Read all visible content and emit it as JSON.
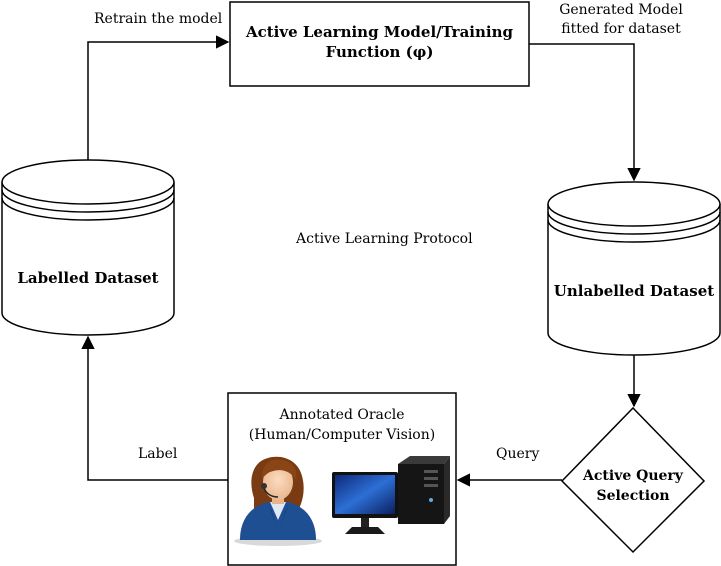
{
  "title": "Active Learning Protocol",
  "nodes": {
    "model": {
      "line1": "Active Learning Model/Training",
      "line2": "Function (φ)"
    },
    "labelled": {
      "label": "Labelled Dataset"
    },
    "unlabelled": {
      "label": "Unlabelled Dataset"
    },
    "oracle": {
      "line1": "Annotated Oracle",
      "line2": "(Human/Computer Vision)",
      "icons": [
        "person-icon",
        "computer-icon"
      ]
    },
    "query_selection": {
      "line1": "Active Query",
      "line2": "Selection"
    }
  },
  "edges": {
    "retrain": "Retrain the model",
    "generated_line1": "Generated Model",
    "generated_line2": "fitted for dataset",
    "query": "Query",
    "label": "Label"
  },
  "colors": {
    "line": "#000000",
    "person_suit": "#1e4f93",
    "person_hair": "#7a3b12",
    "person_skin": "#f3c9a4",
    "monitor_screen": "#1f4fb8",
    "tower": "#1a1a1a"
  }
}
